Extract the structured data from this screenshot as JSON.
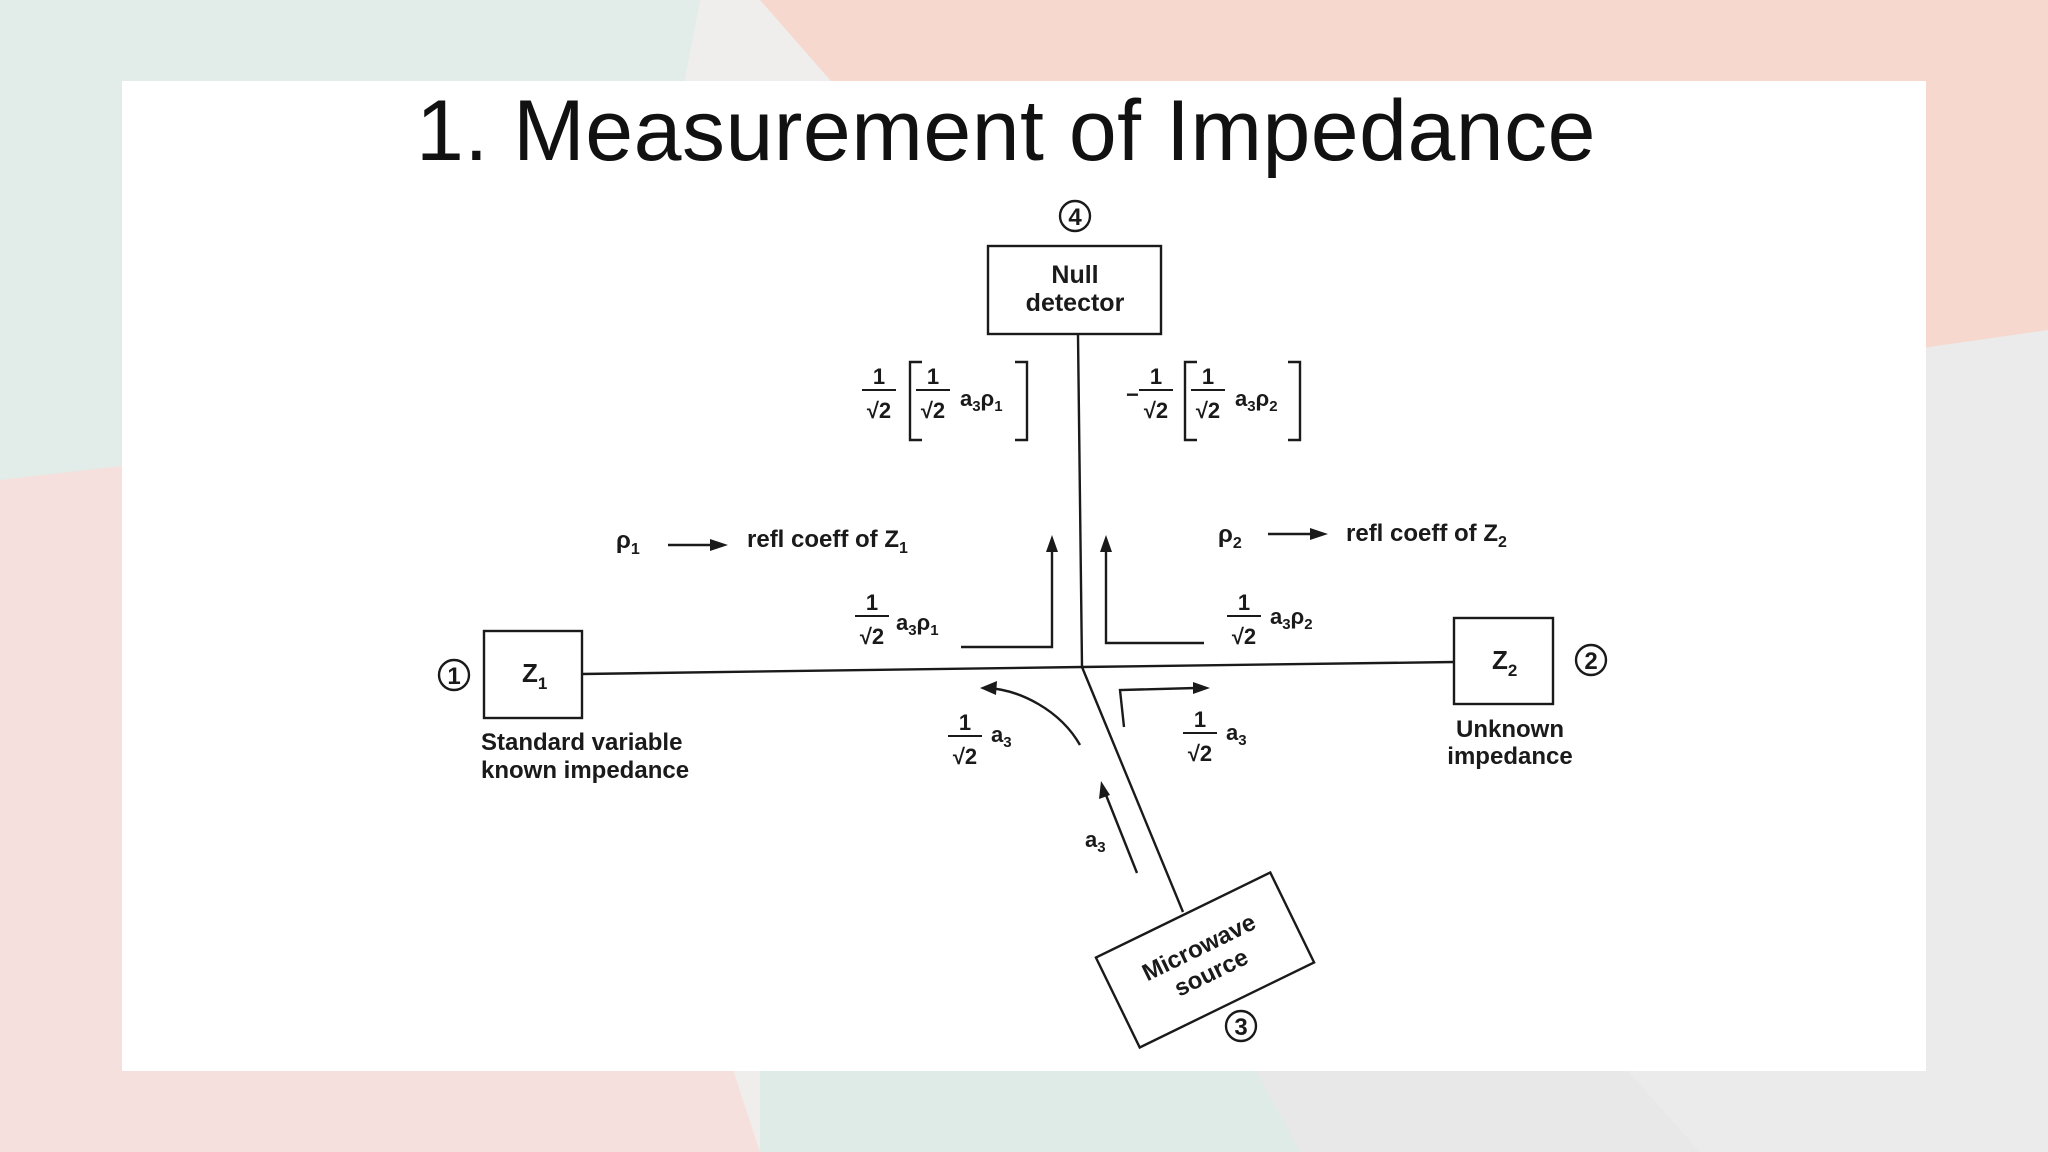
{
  "slide": {
    "title": "1. Measurement of Impedance"
  },
  "diagram": {
    "ports": {
      "port1": {
        "number": "1",
        "component": "Z",
        "component_sub": "1",
        "caption_line1": "Standard variable",
        "caption_line2": "known impedance"
      },
      "port2": {
        "number": "2",
        "component": "Z",
        "component_sub": "2",
        "caption_line1": "Unknown",
        "caption_line2": "impedance"
      },
      "port3": {
        "number": "3",
        "label_line1": "Microwave",
        "label_line2": "source"
      },
      "port4": {
        "number": "4",
        "label_line1": "Null",
        "label_line2": "detector"
      }
    },
    "legend": {
      "rho1_symbol": "ρ",
      "rho1_sub": "1",
      "rho1_text": "refl coeff of Z",
      "rho1_text_sub": "1",
      "rho2_symbol": "ρ",
      "rho2_sub": "2",
      "rho2_text": "refl coeff of Z",
      "rho2_text_sub": "2"
    },
    "expressions": {
      "frac_num": "1",
      "frac_den": "√2",
      "a3": "a",
      "a3_sub": "3",
      "rho": "ρ",
      "sub1": "1",
      "sub2": "2",
      "minus": "−"
    },
    "colors": {
      "ink": "#1a1a1a",
      "slide_bg": "#ffffff",
      "bg_peach": "#f6d8cf",
      "bg_mint": "#dfeae5",
      "bg_gray": "#ebebeb",
      "bg_pink": "#f5e0de"
    }
  }
}
